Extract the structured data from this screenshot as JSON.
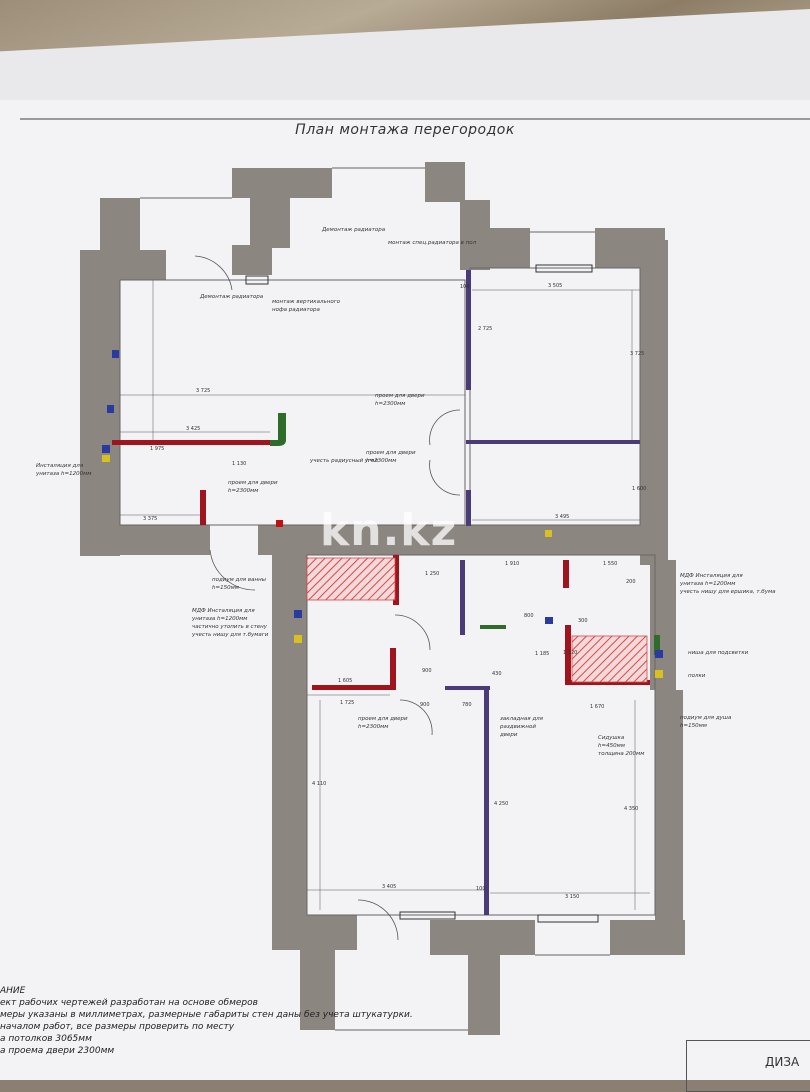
{
  "title": "План монтажа перегородок",
  "watermark": "kn.kz",
  "labels": {
    "vent_radiator_top": "Демонтаж радиатора",
    "mount_radiator_floor": "монтаж спец.радиатора в пол",
    "dismantle_radiator": "Демонтаж радиатора",
    "mount_vertical": "монтаж вертикального",
    "mount_vertical2": "нофа радиатора",
    "door_opening_1": "проем для двери",
    "door_h_1": "h=2300мм",
    "door_opening_2": "проем для двери",
    "door_h_2": "h=2300мм",
    "door_opening_3": "проем для двери",
    "door_h_3": "h=2300мм",
    "door_opening_4": "проем для двери",
    "door_h_4": "h=2300мм",
    "radius_corner": "учесть радиусный угол",
    "install_left_1": "Инсталяция для",
    "install_left_2": "унитаза h=1200мм",
    "podium_bath_1": "подиум для ванны",
    "podium_bath_2": "h=150мм",
    "mdf_left_1": "МДФ Инсталяция для",
    "mdf_left_2": "унитаза h=1200мм",
    "mdf_left_3": "частично утопить в стену",
    "mdf_left_4": "учесть нишу для т.бумаги",
    "mdf_right_1": "МДФ Инсталяция для",
    "mdf_right_2": "унитаза h=1200мм",
    "mdf_right_3": "учесть нишу для ершика, т.бума",
    "niche_light": "ниша для подсветки",
    "shelves": "полки",
    "podium_shower_1": "подиум для душа",
    "podium_shower_2": "h=150мм",
    "seat_1": "Сидушка",
    "seat_2": "h=450мм",
    "seat_3": "толщина 200мм",
    "embedded_1": "закладная для",
    "embedded_2": "раздвижной",
    "embedded_3": "двери"
  },
  "dimensions": {
    "d3505": "3 505",
    "d3725a": "3 725",
    "d3725b": "3 725",
    "d3425": "3 425",
    "d1975": "1 975",
    "d1130": "1 130",
    "d3375": "3 375",
    "d3495": "3 495",
    "d1250": "1 250",
    "d1910": "1 910",
    "d1550": "1 550",
    "d1605": "1 605",
    "d1725": "1 725",
    "d780": "780",
    "d1670": "1 670",
    "d3405": "3 405",
    "d3150": "3 150",
    "d4350": "4 350",
    "d4250": "4 250",
    "d4110": "4 110",
    "d100a": "100",
    "d100b": "100",
    "d900a": "900",
    "d900b": "900",
    "d800a": "800",
    "d1120": "1 120",
    "d1600": "1 600",
    "d2725": "2 725",
    "d200": "200",
    "d1185": "1 185",
    "d300": "300",
    "d430": "430"
  },
  "notes": [
    "АНИЕ",
    "ект рабочих чертежей разработан на основе обмеров",
    "меры указаны в миллиметрах, размерные габариты стен даны без учета штукатурки.",
    "началом работ, все размеры проверить по месту",
    "а потолков 3065мм",
    "а проема двери 2300мм"
  ],
  "stamp": "ДИЗА",
  "colors": {
    "wall": "#8c8680",
    "partition_red": "#a0141e",
    "partition_purple": "#4a3a78",
    "partition_green": "#2f6b2a",
    "marker_blue": "#2a3aa0",
    "marker_yellow": "#d8c020",
    "hatch": "#d84848"
  }
}
